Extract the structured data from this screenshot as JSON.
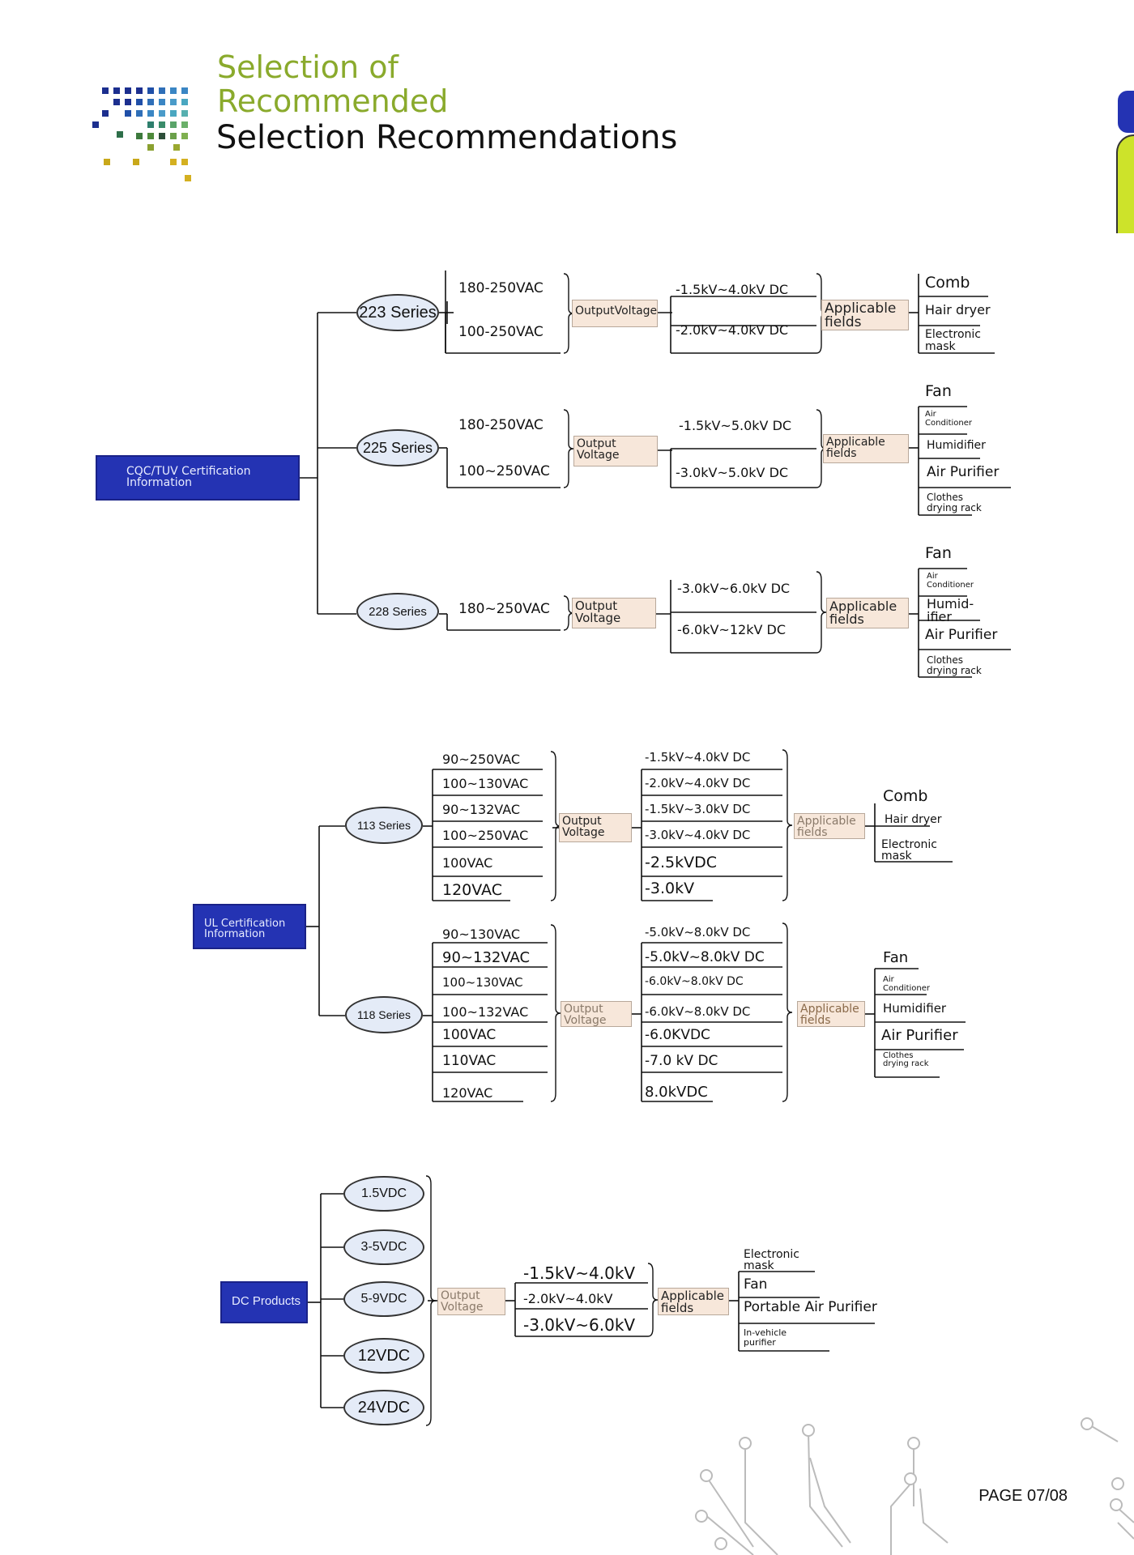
{
  "header": {
    "title_line1": "Selection of",
    "title_line2": "Recommended",
    "subtitle": "Selection Recommendations"
  },
  "colors": {
    "accent_green": "#8aaa2c",
    "box_blue": "#2433b3",
    "ellipse_fill": "#e4ebf7",
    "label_fill": "#f7e7da"
  },
  "cqc": {
    "category": "CQC/TUV Certification Information",
    "series": [
      {
        "name": "223 Series",
        "inputs": [
          "180-250VAC",
          "100-250VAC"
        ],
        "output_label": "OutputVoltage",
        "outputs": [
          "-1.5kV~4.0kV DC",
          "-2.0kV~4.0kV DC"
        ],
        "fields_label": "Applicable fields",
        "fields": [
          "Comb",
          "Hair dryer",
          "Electronic mask"
        ]
      },
      {
        "name": "225 Series",
        "inputs": [
          "180-250VAC",
          "100~250VAC"
        ],
        "output_label": "Output Voltage",
        "outputs": [
          "-1.5kV~5.0kV DC",
          "-3.0kV~5.0kV DC"
        ],
        "fields_label": "Applicable fields",
        "fields": [
          "Fan",
          "Air Conditioner",
          "Humidifier",
          "Air Purifier",
          "Clothes drying rack"
        ]
      },
      {
        "name": "228 Series",
        "inputs": [
          "180~250VAC"
        ],
        "output_label": "Output Voltage",
        "outputs": [
          "-3.0kV~6.0kV DC",
          "-6.0kV~12kV DC"
        ],
        "fields_label": "Applicable fields",
        "fields": [
          "Fan",
          "Air Conditioner",
          "Humid-ifier",
          "Air Purifier",
          "Clothes drying rack"
        ]
      }
    ]
  },
  "ul": {
    "category": "UL Certification Information",
    "series": [
      {
        "name": "113 Series",
        "inputs": [
          "90~250VAC",
          "100~130VAC",
          "90~132VAC",
          "100~250VAC",
          "100VAC",
          "120VAC"
        ],
        "output_label": "Output Voltage",
        "outputs": [
          "-1.5kV~4.0kV DC",
          "-2.0kV~4.0kV DC",
          "-1.5kV~3.0kV DC",
          "-3.0kV~4.0kV DC",
          "-2.5kVDC",
          "-3.0kV"
        ],
        "fields_label": "Applicable fields",
        "fields": [
          "Comb",
          "Hair dryer",
          "Electronic mask"
        ]
      },
      {
        "name": "118 Series",
        "inputs": [
          "90~130VAC",
          "90~132VAC",
          "100~130VAC",
          "100~132VAC",
          "100VAC",
          "110VAC",
          "120VAC"
        ],
        "output_label": "Output Voltage",
        "outputs": [
          "-5.0kV~8.0kV DC",
          "-5.0kV~8.0kV DC",
          "-6.0kV~8.0kV DC",
          "-6.0kV~8.0kV DC",
          "-6.0KVDC",
          "-7.0 kV DC",
          "8.0kVDC"
        ],
        "fields_label": "Applicable fields",
        "fields": [
          "Fan",
          "Air Conditioner",
          "Humidifier",
          "Air Purifier",
          "Clothes drying rack"
        ]
      }
    ]
  },
  "dc": {
    "category": "DC Products",
    "inputs": [
      "1.5VDC",
      "3-5VDC",
      "5-9VDC",
      "12VDC",
      "24VDC"
    ],
    "output_label": "Output Voltage",
    "outputs": [
      "-1.5kV~4.0kV",
      "-2.0kV~4.0kV",
      "-3.0kV~6.0kV"
    ],
    "fields_label": "Applicable fields",
    "fields": [
      "Electronic mask",
      "Fan",
      "Portable Air Purifier",
      "In-vehicle purifier"
    ]
  },
  "footer": {
    "page": "PAGE 07/08"
  }
}
